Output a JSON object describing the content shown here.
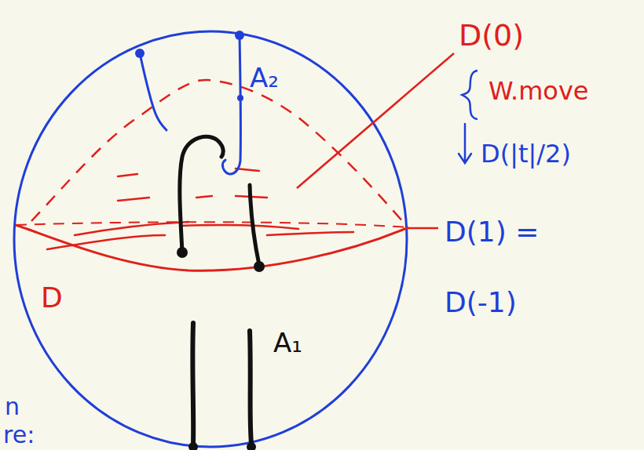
{
  "diagram": {
    "labels": [
      "D(0)",
      "W.move",
      "D(|t|/2)",
      "D(1) =",
      "D(-1)",
      "D",
      "A₂",
      "A₁",
      "n",
      "re:"
    ]
  }
}
